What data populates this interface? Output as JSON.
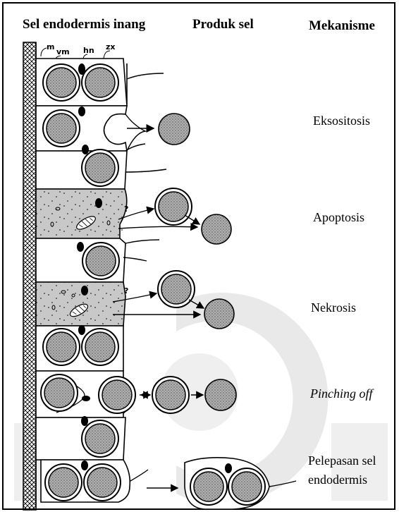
{
  "headers": {
    "host_cell": "Sel endodermis inang",
    "cell_product": "Produk sel",
    "mechanism": "Mekanisme"
  },
  "labels": {
    "m": "m",
    "vm": "vm",
    "hn": "hn",
    "zx": "zx",
    "q1": "?",
    "q2": "?"
  },
  "mechanisms": {
    "exocytosis": "Eksositosis",
    "apoptosis": "Apoptosis",
    "necrosis": "Nekrosis",
    "pinching_line1": "Pinching off",
    "release_line1": "Pelepasan sel",
    "release_line2": "endodermis"
  },
  "colors": {
    "line": "#000000",
    "cell_fill": "#bdbdbd",
    "dark_fill": "#8f8f8f",
    "watermark": "#e6e6e6"
  }
}
